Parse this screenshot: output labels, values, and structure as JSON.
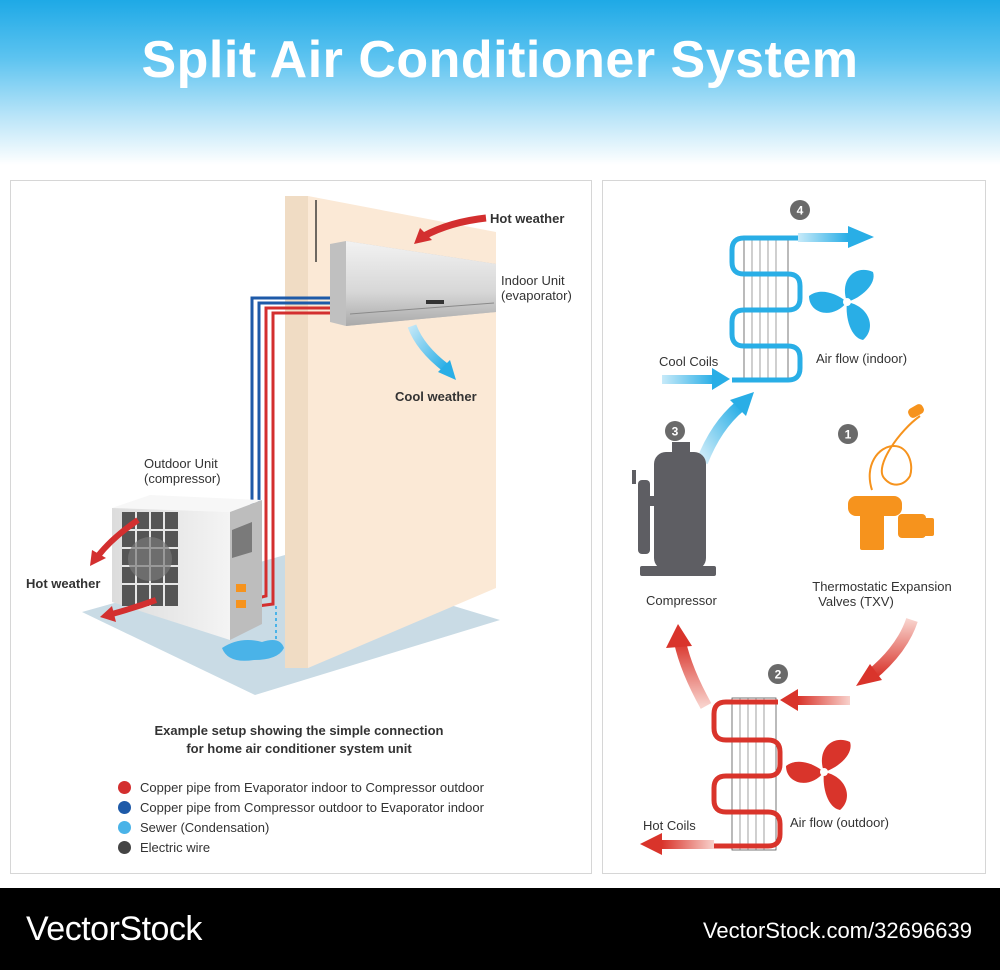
{
  "title": "Split Air Conditioner System",
  "left_panel": {
    "labels": {
      "hot_weather_top": "Hot weather",
      "indoor_unit": "Indoor Unit",
      "indoor_unit_sub": "(evaporator)",
      "cool_weather": "Cool weather",
      "outdoor_unit": "Outdoor Unit",
      "outdoor_unit_sub": "(compressor)",
      "hot_weather_left": "Hot weather"
    },
    "caption_line1": "Example setup showing the simple connection",
    "caption_line2": "for home air conditioner system unit",
    "legend": [
      {
        "label": "Copper pipe from Evaporator indoor to Compressor outdoor",
        "color": "#d32f2f"
      },
      {
        "label": "Copper pipe from Compressor outdoor to Evaporator indoor",
        "color": "#1e5aa8"
      },
      {
        "label": "Sewer (Condensation)",
        "color": "#4ab3e8"
      },
      {
        "label": "Electric wire",
        "color": "#444444"
      }
    ]
  },
  "right_panel": {
    "steps": [
      "1",
      "2",
      "3",
      "4"
    ],
    "labels": {
      "cool_coils": "Cool Coils",
      "air_flow_indoor": "Air flow (indoor)",
      "compressor": "Compressor",
      "txv_line1": "Thermostatic Expansion",
      "txv_line2": "Valves (TXV)",
      "hot_coils": "Hot Coils",
      "air_flow_outdoor": "Air flow (outdoor)"
    }
  },
  "footer": {
    "brand": "VectorStock",
    "url": "VectorStock.com/32696639"
  },
  "colors": {
    "header_blue": "#1ea9e6",
    "hot_red": "#d32f2f",
    "cool_blue": "#29aee6",
    "txv_orange": "#f6931d",
    "compressor_gray": "#5e5e63"
  }
}
